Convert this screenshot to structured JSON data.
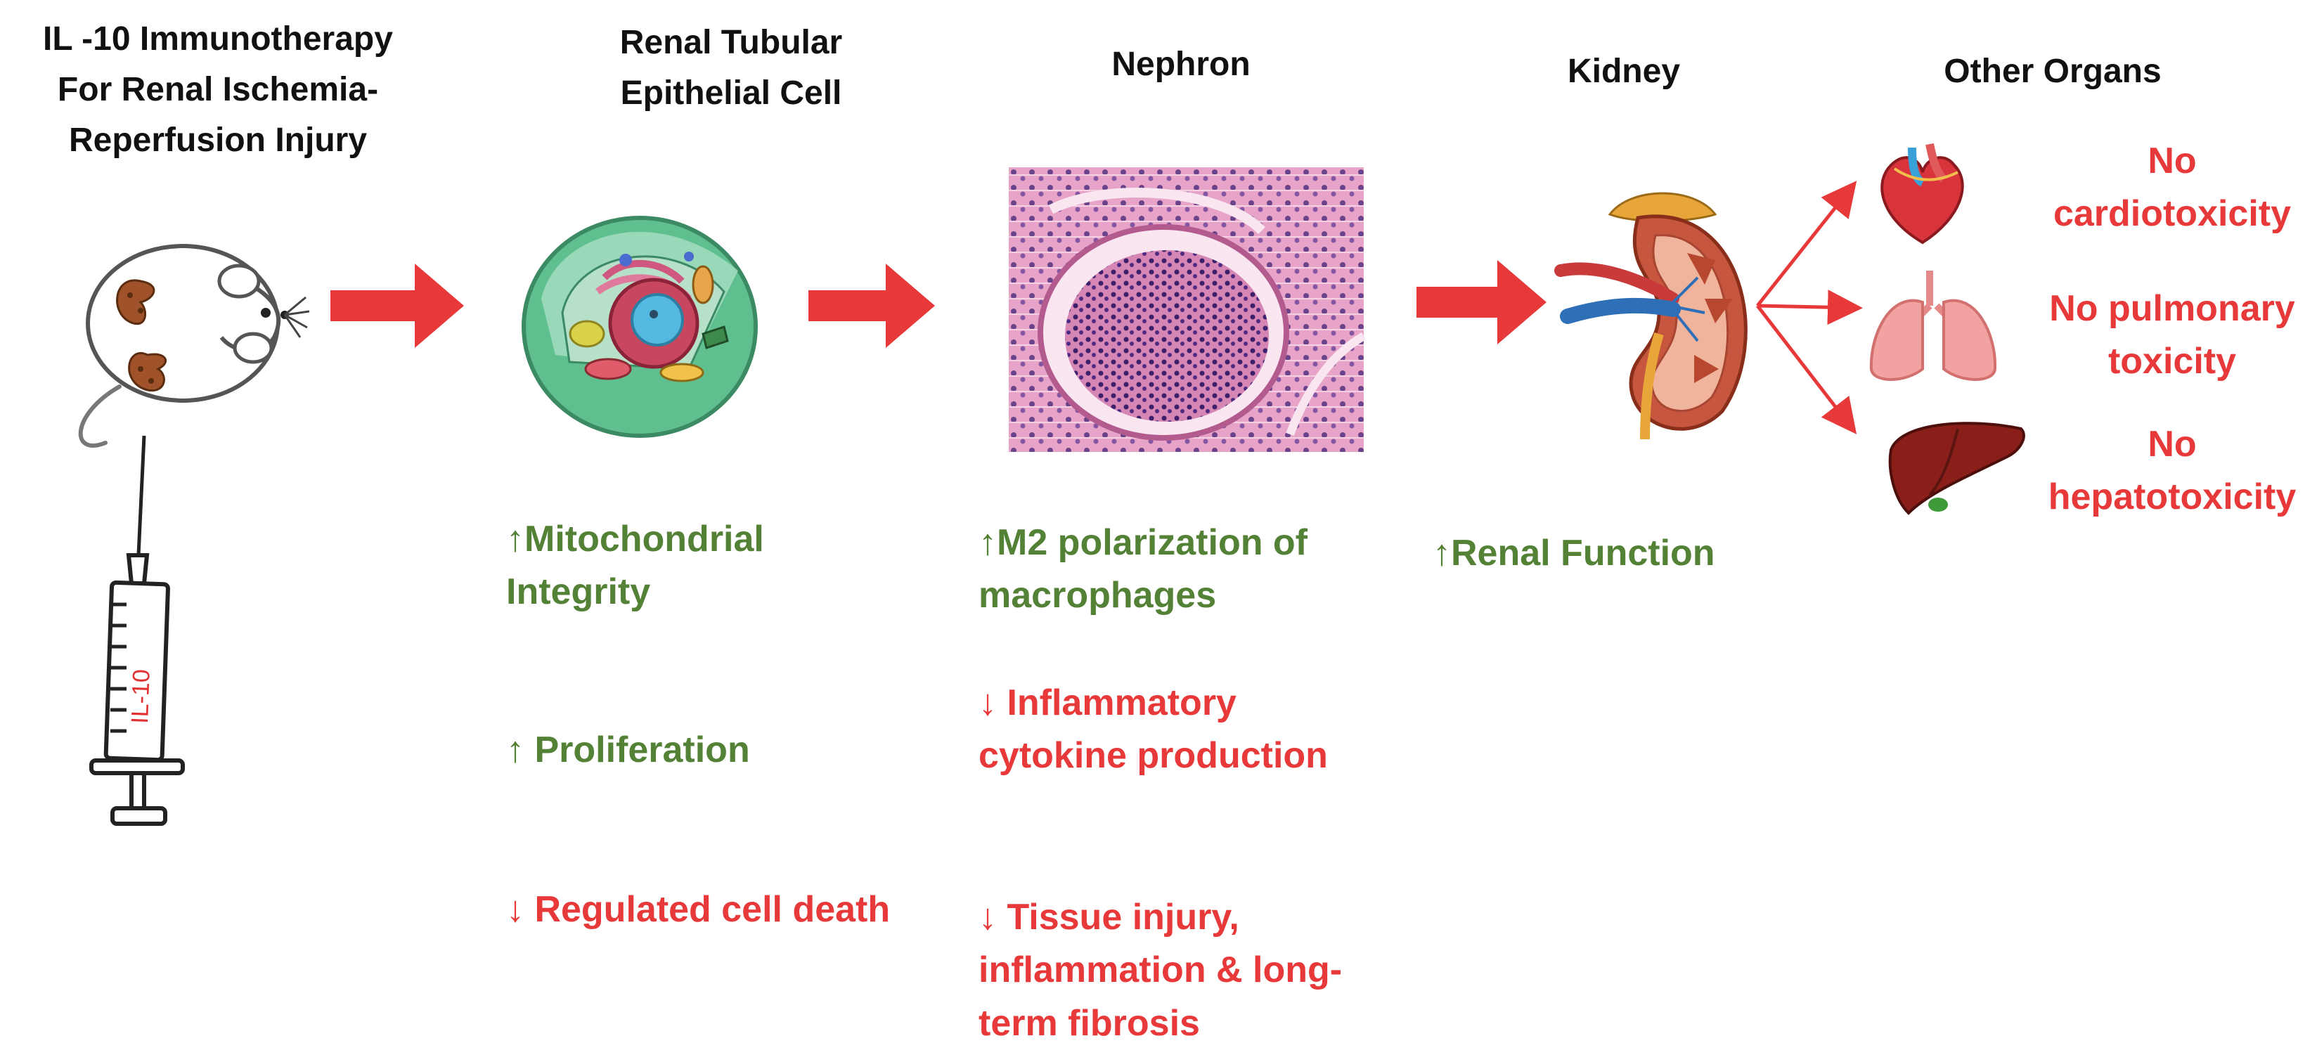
{
  "colors": {
    "up_green": "#538135",
    "down_red": "#e8393a",
    "arrow_red": "#e8393a",
    "heading_black": "#111111"
  },
  "columns": {
    "therapy": {
      "title_lines": [
        "IL -10 Immunotherapy",
        "For Renal Ischemia-",
        "Reperfusion Injury"
      ],
      "icons": [
        "mouse-icon",
        "syringe-icon"
      ],
      "syringe_label": "IL-10"
    },
    "cell": {
      "title_lines": [
        "Renal Tubular",
        "Epithelial Cell"
      ],
      "icon": "animal-cell-icon",
      "effects": [
        {
          "arrow": "↑",
          "lines": [
            "Mitochondrial",
            "Integrity"
          ],
          "direction": "up"
        },
        {
          "arrow": "↑",
          "lines": [
            " Proliferation"
          ],
          "direction": "up"
        },
        {
          "arrow": "↓",
          "lines": [
            " Regulated cell death"
          ],
          "direction": "down"
        }
      ]
    },
    "nephron": {
      "title_lines": [
        "Nephron"
      ],
      "icon": "histology-image-icon",
      "effects": [
        {
          "arrow": "↑",
          "lines": [
            "M2 polarization of",
            "macrophages"
          ],
          "direction": "up"
        },
        {
          "arrow": "↓",
          "lines": [
            " Inflammatory",
            "cytokine production"
          ],
          "direction": "down"
        },
        {
          "arrow": "↓",
          "lines": [
            " Tissue injury,",
            "inflammation  & long-",
            "term fibrosis"
          ],
          "direction": "down"
        }
      ]
    },
    "kidney": {
      "title_lines": [
        "Kidney"
      ],
      "icon": "kidney-icon",
      "effects": [
        {
          "arrow": "↑",
          "lines": [
            "Renal Function"
          ],
          "direction": "up"
        }
      ]
    },
    "organs": {
      "title_lines": [
        "Other Organs"
      ],
      "items": [
        {
          "icon": "heart-icon",
          "lines": [
            "No",
            "cardiotoxicity"
          ]
        },
        {
          "icon": "lungs-icon",
          "lines": [
            "No pulmonary",
            "toxicity"
          ]
        },
        {
          "icon": "liver-icon",
          "lines": [
            "No",
            "hepatotoxicity"
          ]
        }
      ]
    }
  }
}
